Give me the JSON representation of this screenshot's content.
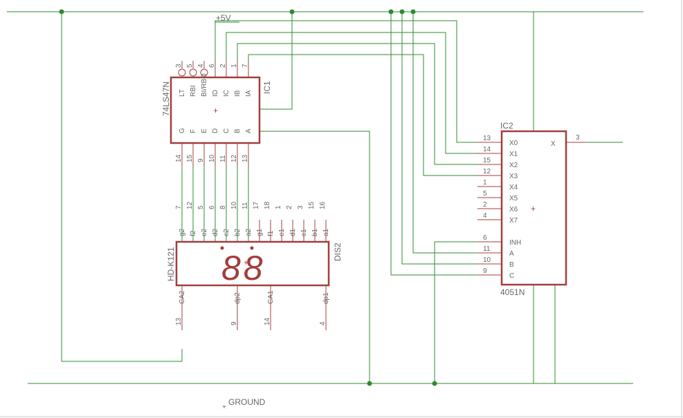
{
  "net_labels": {
    "vcc": "+5V",
    "ground": "GROUND"
  },
  "ic1": {
    "name": "IC1",
    "value": "74LS47N",
    "top_pins": [
      {
        "num": "3",
        "label": "LT"
      },
      {
        "num": "5",
        "label": "RBI"
      },
      {
        "num": "4",
        "label": "BI/RBO"
      },
      {
        "num": "6",
        "label": "ID"
      },
      {
        "num": "2",
        "label": "IC"
      },
      {
        "num": "1",
        "label": "IB"
      },
      {
        "num": "7",
        "label": "IA"
      }
    ],
    "bottom_pins": [
      {
        "num": "14",
        "label": "G"
      },
      {
        "num": "15",
        "label": "F"
      },
      {
        "num": "9",
        "label": "E"
      },
      {
        "num": "10",
        "label": "D"
      },
      {
        "num": "11",
        "label": "C"
      },
      {
        "num": "12",
        "label": "B"
      },
      {
        "num": "13",
        "label": "A"
      }
    ]
  },
  "dis2": {
    "name": "DIS2",
    "value": "HD-K121",
    "display_text": "88",
    "top_pins": [
      {
        "num": "7",
        "label": "g2"
      },
      {
        "num": "12",
        "label": "f2"
      },
      {
        "num": "5",
        "label": "e2"
      },
      {
        "num": "6",
        "label": "d2"
      },
      {
        "num": "8",
        "label": "c2"
      },
      {
        "num": "10",
        "label": "b2"
      },
      {
        "num": "11",
        "label": "a2"
      },
      {
        "num": "17",
        "label": "g1"
      },
      {
        "num": "18",
        "label": "f1"
      },
      {
        "num": "1",
        "label": "e1"
      },
      {
        "num": "2",
        "label": "d1"
      },
      {
        "num": "3",
        "label": "c1"
      },
      {
        "num": "15",
        "label": "b1"
      },
      {
        "num": "16",
        "label": "a1"
      }
    ],
    "bottom_pins": [
      {
        "num": "13",
        "label": "CA2"
      },
      {
        "num": "9",
        "label": "dp2"
      },
      {
        "num": "14",
        "label": "CA1"
      },
      {
        "num": "4",
        "label": "dp1"
      }
    ]
  },
  "ic2": {
    "name": "IC2",
    "value": "4051N",
    "left_pins": [
      {
        "num": "13",
        "label": "X0"
      },
      {
        "num": "14",
        "label": "X1"
      },
      {
        "num": "15",
        "label": "X2"
      },
      {
        "num": "12",
        "label": "X3"
      },
      {
        "num": "1",
        "label": "X4"
      },
      {
        "num": "5",
        "label": "X5"
      },
      {
        "num": "2",
        "label": "X6"
      },
      {
        "num": "4",
        "label": "X7"
      },
      {
        "num": "6",
        "label": "INH"
      },
      {
        "num": "11",
        "label": "A"
      },
      {
        "num": "10",
        "label": "B"
      },
      {
        "num": "9",
        "label": "C"
      }
    ],
    "right_pin": {
      "num": "3",
      "label": "X"
    }
  }
}
